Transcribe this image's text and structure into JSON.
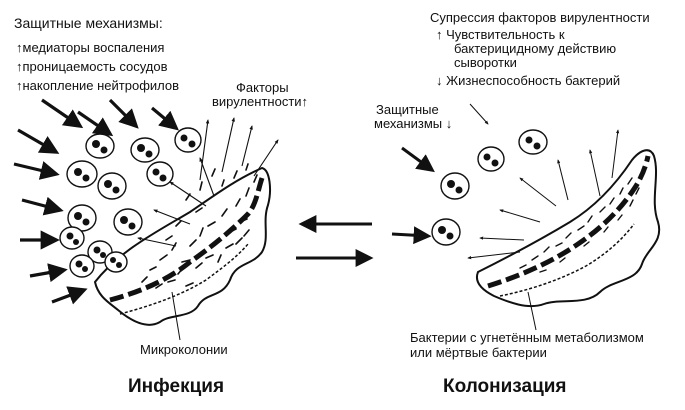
{
  "infection": {
    "defense_title": "Защитные механизмы:",
    "defense_items": [
      "↑медиаторы воспаления",
      "↑проницаемость сосудов",
      "↑накопление нейтрофилов"
    ],
    "virulence_line1": "Факторы",
    "virulence_line2": "вирулентности↑",
    "microcolonies": "Микроколонии",
    "caption": "Инфекция"
  },
  "colonization": {
    "suppression_title": "Супрессия факторов вирулентности",
    "sensitivity_lines": [
      "↑ Чувствительность к",
      "бактерицидному действию",
      "сыворотки"
    ],
    "viability": "↓ Жизнеспособность бактерий",
    "defense_line1": "Защитные",
    "defense_line2": "механизмы ↓",
    "dead_bacteria_lines": [
      "Бактерии с угнетённым метаболизмом",
      "или мёртвые бактерии"
    ],
    "caption": "Колонизация"
  },
  "colors": {
    "ink": "#111111",
    "background": "#ffffff"
  }
}
